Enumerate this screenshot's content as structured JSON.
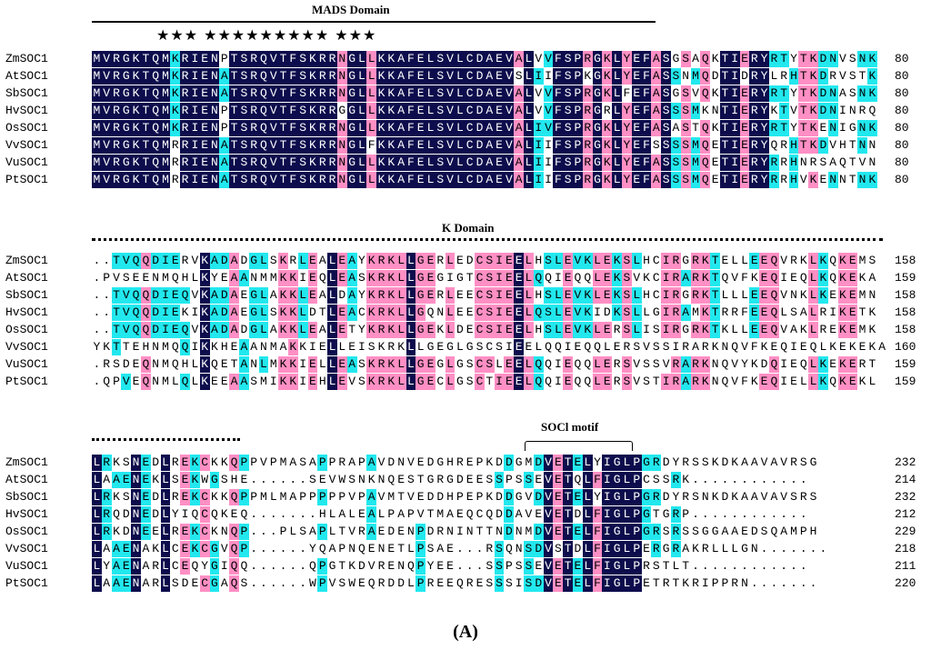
{
  "colors": {
    "dark": "#0d0d4d",
    "pink": "#ff8fc4",
    "cyan": "#22e8ee"
  },
  "blocks": [
    {
      "header": "MADS Domain",
      "rows": [
        {
          "name": "ZmSOC1",
          "seq": "MVRGKTQMKRIENPTSRQVTFSKRRNGLLKKAFELSVLCDAEVALVVFSPRGKLYEFASGSAQKTIERYRTYTKDNVSNK",
          "num": "80"
        },
        {
          "name": "AtSOC1",
          "seq": "MVRGKTQMKRIENATSRQVTFSKRRNGLLKKAFELSVLCDAEVSLIIFSPKGKLYEFASSNMQDTIDRYLRHTKDRVSTK",
          "num": "80"
        },
        {
          "name": "SbSOC1",
          "seq": "MVRGKTQMKRIENATSRQVTFSKRRNGLLKKAFELSVLCDAEVALVVFSPRGKLFEFASGSVQKTIERYRTYTKDNASNK",
          "num": "80"
        },
        {
          "name": "HvSOC1",
          "seq": "MVRGKTQMKRIENPTSRQVTFSKRRGGLLKKAFELSVLCDAEVALVVFSPRGRLYEFASSSMKNTIERYKTVTKDNINRQ",
          "num": "80"
        },
        {
          "name": "OsSOC1",
          "seq": "MVRGKTQMKRIENPTSRQVTFSKRRNGLLKKAFELSVLCDAEVALIVFSPRGKLYEFASASTQKTIERYRTYTKENIGNK",
          "num": "80"
        },
        {
          "name": "VvSOC1",
          "seq": "MVRGKTQMRRIENATSRQVTFSKRRNGLFKKAFELSVLCDAEVALIIFSPRGKLYEFSSSSMQETIERYQRHTKDVHTNN",
          "num": "80"
        },
        {
          "name": "VuSOC1",
          "seq": "MVRGKTQMRRIENATSRQVTFSKRRNGLLKKAFELSVLCDAEVALIIFSPRGKLYEFASSSMQETIERYRRHNRSAQTVN",
          "num": "80"
        },
        {
          "name": "PtSOC1",
          "seq": "MVRGKTQMRRIENATSRQVTFSKRRNGLLKKAFELSVLCDAEVALIIFSPRGKLYEFASSSMQETIERYRRHVKENNTNK",
          "num": "80"
        }
      ]
    },
    {
      "header": "K Domain",
      "rows": [
        {
          "name": "ZmSOC1",
          "seq": "..TVQQDIERVKADADGLSKRLEALEAYKRKLLGERLEDCSIEELHSLEVKLEKSLHCIRGRKTELLEEQVRKLKQKEMS",
          "num": "158"
        },
        {
          "name": "AtSOC1",
          "seq": ".PVSEENMQHLKYEAANMMKKIEQLEASKRKLLGEGIGTCSIEELQQIEQQLEKSVKCIRARKTQVFKEQIEQLKQKEKA",
          "num": "159"
        },
        {
          "name": "SbSOC1",
          "seq": "..TVQQDIEQVKADAEGLAKKLEALDAYKRKLLGERLEECSIEELHSLEVKLEKSLHCIRGRKTLLLEEQVNKLKEKEMN",
          "num": "158"
        },
        {
          "name": "HvSOC1",
          "seq": "..TVQQDIEKIKADAEGLSKKLDTLEACKRKLLGQNLEECSIEELQSLEVKIDKSLLGIRAMKTRRFEEQLSALRIKETK",
          "num": "158"
        },
        {
          "name": "OsSOC1",
          "seq": "..TVQQDIEQVKADADGLAKKLEALETYKRKLLGEKLDECSIEELHSLEVKLERSLISIRGRKTKLLEEQVAKLREKEMK",
          "num": "158"
        },
        {
          "name": "VvSOC1",
          "seq": "YKTTEHNMQQIKKHEAANMAKKIELLEISKRKLLGEGLGSCSIEELQQIEQQLERSVSSIRARKNQVFKEQIEQLKEKEKA",
          "num": "160"
        },
        {
          "name": "VuSOC1",
          "seq": ".RSDEQNMQHLKQETANLMKKIELLEASKRKLLGEGLGSCSLEELQQIEQQLERSVSSVRARKNQVYKDQIEQLKEKERT",
          "num": "159"
        },
        {
          "name": "PtSOC1",
          "seq": ".QPVEQNMLQLKEEAASMIKKIEHLEVSKRKLLGECLGSCTIEELQQIEQQLERSVSTIRARKNQVFKEQIELLKQKEKL",
          "num": "159"
        }
      ]
    },
    {
      "header": "SOCl motif",
      "rows": [
        {
          "name": "ZmSOC1",
          "seq": "LRKSNEDLREKCKKQPPVPMASAPPRAPAVDNVEDGHREPKDDGMDVETELYIGLPGRDYRSSKDKAAVAVRSG",
          "num": "232"
        },
        {
          "name": "AtSOC1",
          "seq": "LAAENEKLSEKWGSHE......SEVWSNKNQESTGRGDEESSPSSEVETQLFIGLPCSSRK............",
          "num": "214"
        },
        {
          "name": "SbSOC1",
          "seq": "LRKSNEDLREKCKKQPPMLMAPPPPPVPAVMTVEDDHPEPKDDGVDVETELYIGLPGRDYRSNKDKAAVAVSRS",
          "num": "232"
        },
        {
          "name": "HvSOC1",
          "seq": "LRQDNEDLYIQCQKEQ.......HLALEALPAPVTMAEQCQDDAVEVETDLFIGLPGTGRP............",
          "num": "212"
        },
        {
          "name": "OsSOC1",
          "seq": "LRKDNEELREKCKNQP...PLSAPLTVRAEDENPDRNINTTNDNMDVETELFIGLPGRSRSSGGAAEDSQAMPH",
          "num": "229"
        },
        {
          "name": "VvSOC1",
          "seq": "LAAENAKLCEKCGVQP......YQAPNQENETLPSAE...RSQNSDVSTDLFIGLPERGRAKRLLLGN.......",
          "num": "218"
        },
        {
          "name": "VuSOC1",
          "seq": "LYAENARLCEQYGIQQ......QPGTKDVRENQPYEE...SSPSSEVETELFIGLPRSTLT............",
          "num": "211"
        },
        {
          "name": "PtSOC1",
          "seq": "LAAENARLSDECGAQS......WPVSWEQRDDLPREEQRESSSISDVETELFIGLPETRTKRIPPRN.......",
          "num": "220"
        }
      ]
    }
  ],
  "panel_label": "(A)"
}
